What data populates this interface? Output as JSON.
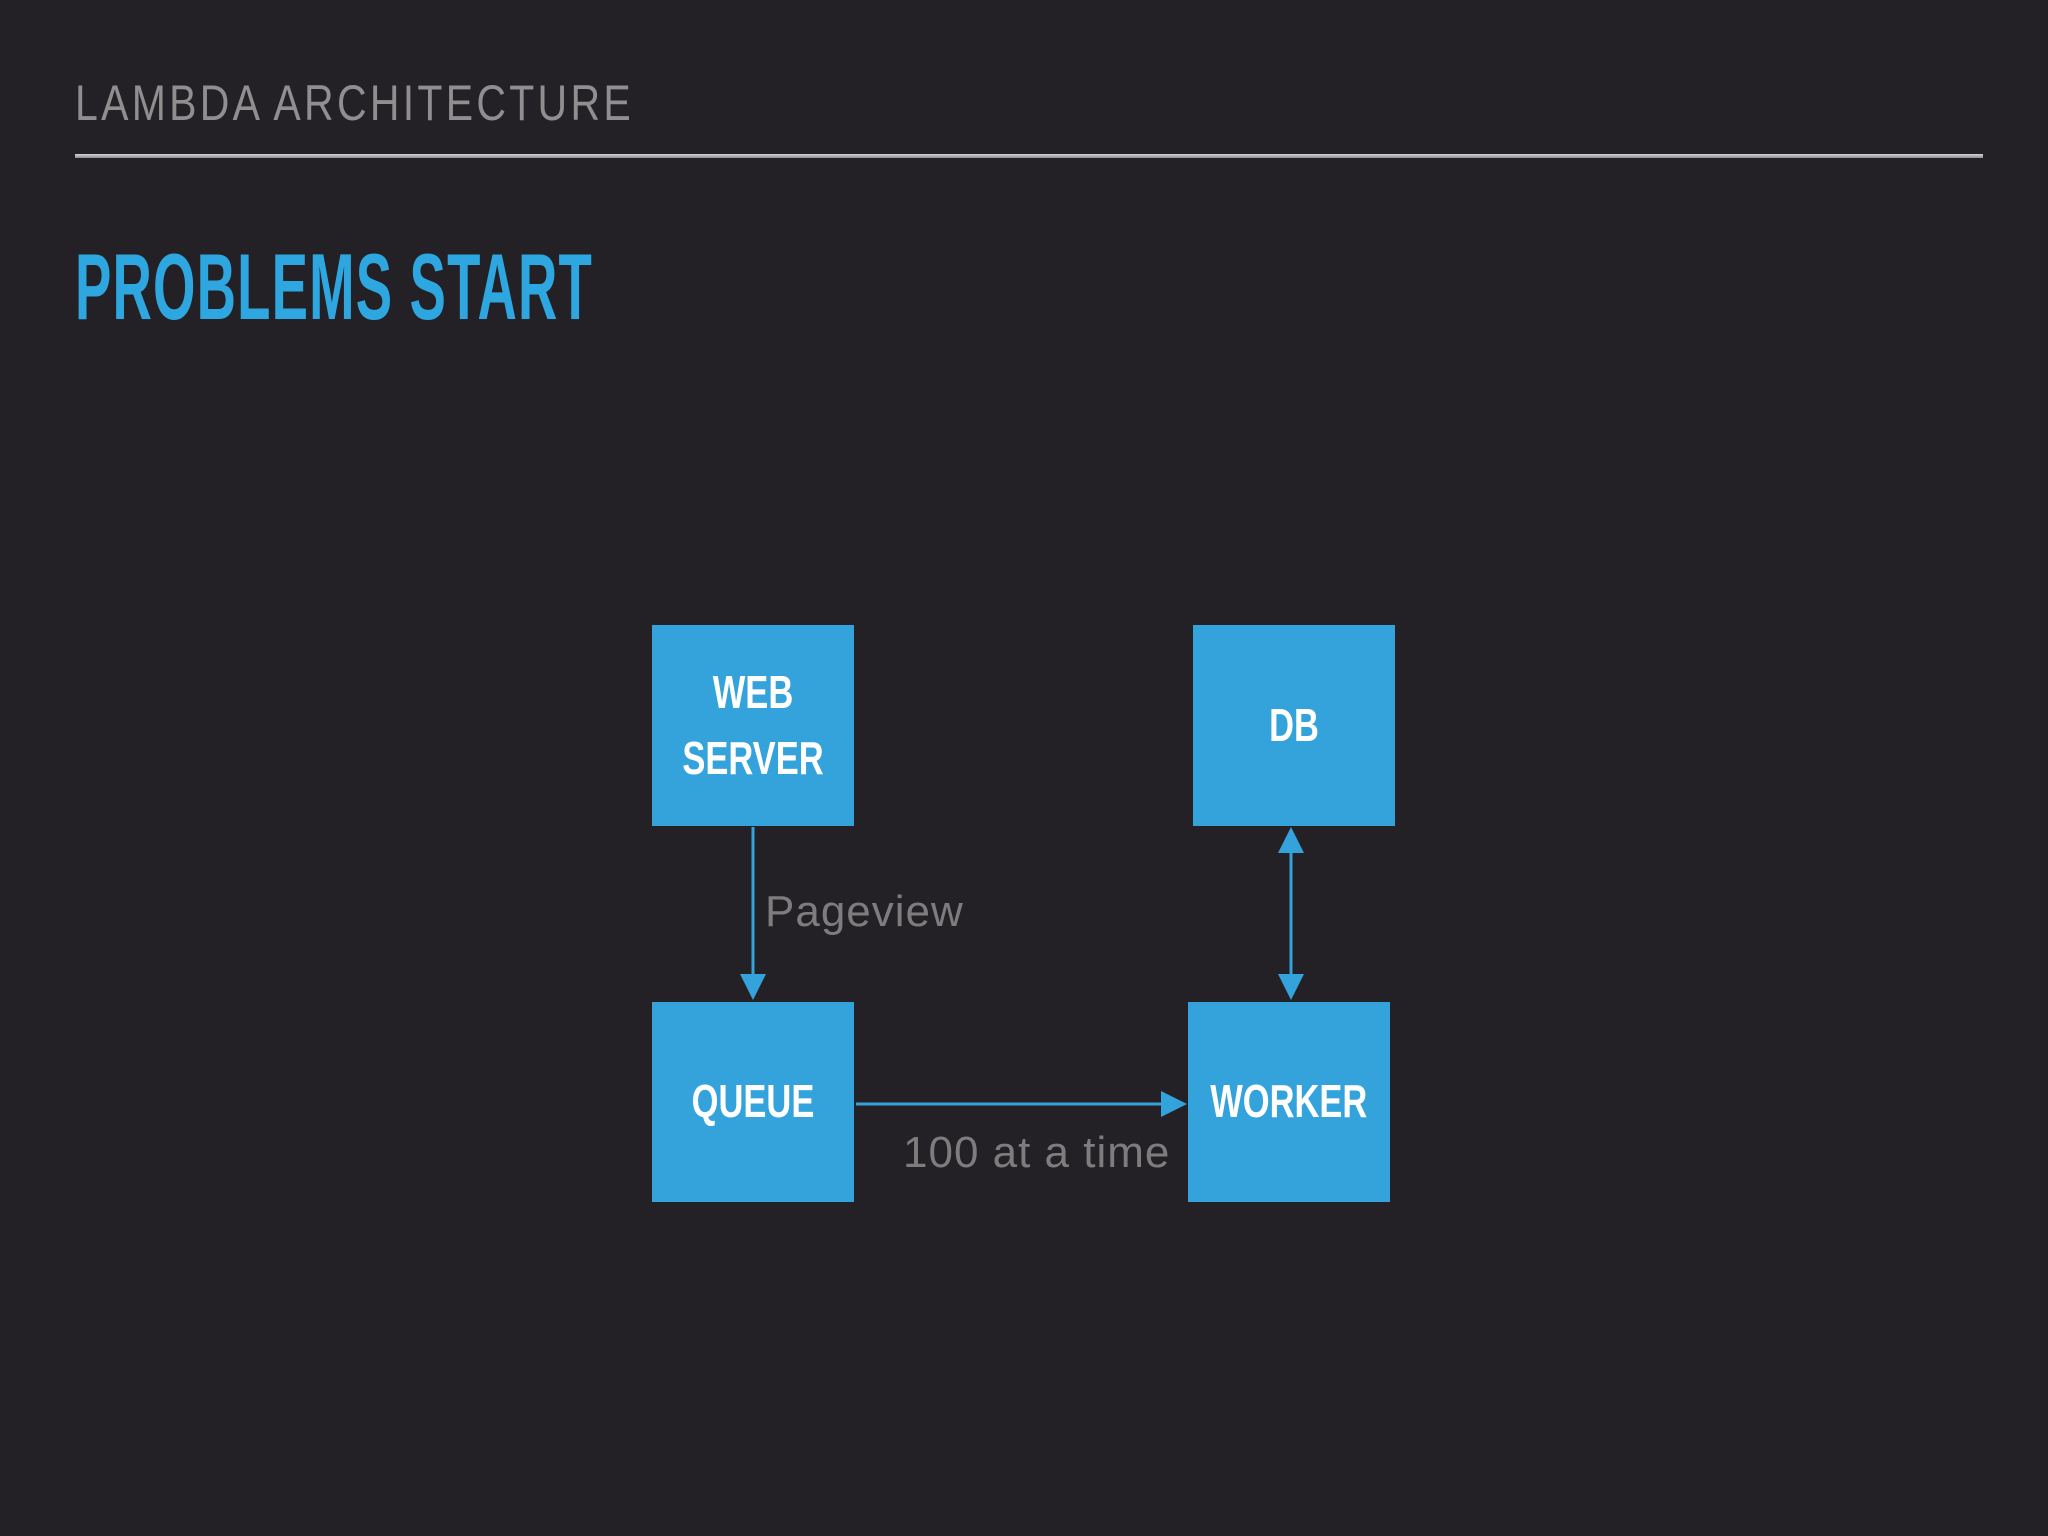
{
  "slide": {
    "header": "LAMBDA ARCHITECTURE",
    "title": "PROBLEMS START"
  },
  "diagram": {
    "nodes": [
      {
        "id": "web-server",
        "label": "WEB SERVER"
      },
      {
        "id": "db",
        "label": "DB"
      },
      {
        "id": "queue",
        "label": "QUEUE"
      },
      {
        "id": "worker",
        "label": "WORKER"
      }
    ],
    "edges": [
      {
        "from": "web-server",
        "to": "queue",
        "label": "Pageview",
        "direction": "down"
      },
      {
        "from": "queue",
        "to": "worker",
        "label": "100 at a time",
        "direction": "right"
      },
      {
        "from": "db",
        "to": "worker",
        "label": "",
        "direction": "both"
      }
    ]
  },
  "colors": {
    "background": "#232126",
    "accent_blue": "#35a3db",
    "title_blue": "#2ea7e0",
    "header_gray": "#8f8f8f",
    "divider_gray": "#b4b4b4",
    "label_gray": "#7d7d7d",
    "node_text_white": "#ffffff"
  }
}
